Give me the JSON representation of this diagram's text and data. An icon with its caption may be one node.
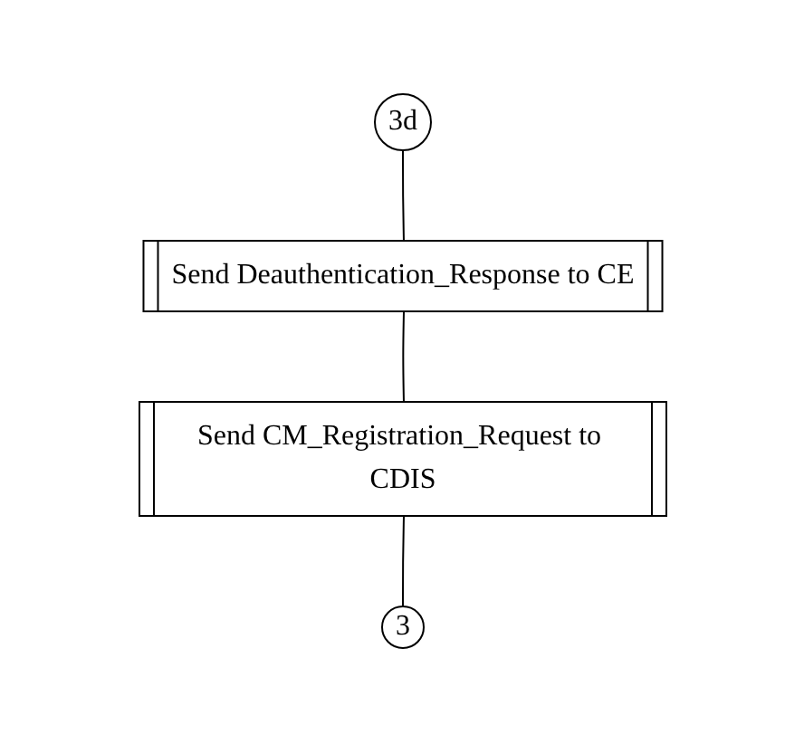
{
  "diagram": {
    "nodes": [
      {
        "text": [
          "3d"
        ]
      },
      {
        "text": [
          "Send Deauthentication_Response to CE"
        ]
      },
      {
        "text": [
          "Send CM_Registration_Request to CDIS"
        ]
      },
      {
        "text": [
          "3"
        ]
      }
    ],
    "edges": [
      {
        "from": 0,
        "to": 1,
        "arrow": "none"
      },
      {
        "from": 1,
        "to": 2,
        "arrow": "none"
      },
      {
        "from": 2,
        "to": 3,
        "arrow": "none"
      }
    ]
  }
}
